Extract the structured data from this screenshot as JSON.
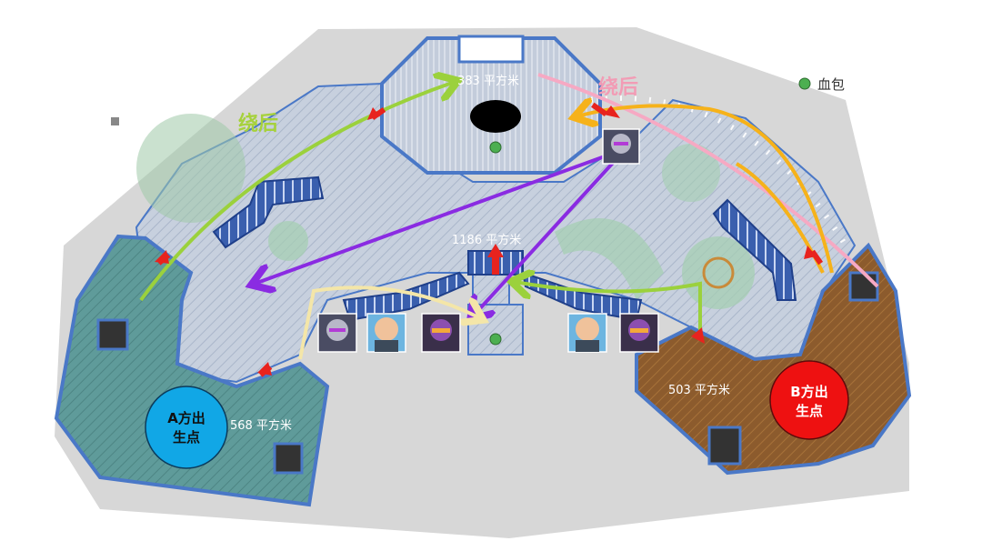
{
  "legend": {
    "health_pack_label": "血包",
    "health_pack_color": "#4caf50"
  },
  "areas": {
    "top": "383 平方米",
    "center": "1186 平方米",
    "left": "568 平方米",
    "right": "503 平方米"
  },
  "spawns": {
    "a": {
      "line1": "A方出",
      "line2": "生点",
      "color": "#11a7e6"
    },
    "b": {
      "line1": "B方出",
      "line2": "生点",
      "color": "#ee1111"
    }
  },
  "flank_labels": {
    "left": {
      "text": "绕后",
      "color": "#a6d13c"
    },
    "right": {
      "text": "绕后",
      "color": "#f29cb5"
    }
  },
  "colors": {
    "route_green": "#9bd13c",
    "route_purple": "#8a2be2",
    "route_orange": "#f6b21a",
    "route_pink": "#f6a9c3",
    "route_cream": "#f4e6a8",
    "door_arrow": "#e8231e",
    "floor_a": "#5e9c9a",
    "floor_b": "#8b5a2b",
    "floor_main": "#c9d2e0",
    "wall": "#4a78c7"
  },
  "heroes": [
    {
      "name": "robot-hero"
    },
    {
      "name": "robot-hero"
    },
    {
      "name": "bald-hero"
    },
    {
      "name": "masked-hero"
    },
    {
      "name": "bald-hero"
    },
    {
      "name": "masked-hero"
    }
  ]
}
